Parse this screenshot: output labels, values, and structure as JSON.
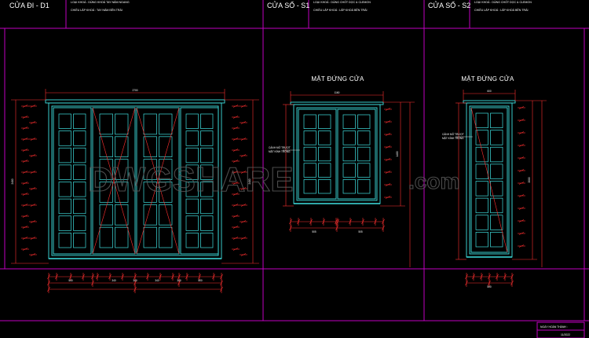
{
  "headers": [
    {
      "code": "CỬA ĐI - D1",
      "line1": "LOẠI KHOÁ    : DÙNG KHOÁ TAY NẮM NGANG",
      "line2": "CHIỀU LẮP KHOÁ  : TAY NẮM BÊN TRÁI"
    },
    {
      "code": "CỬA SỔ - S1",
      "line1": "LOẠI KHOÁ    : DÙNG CHỐT DỌC & CLEMON",
      "line2": "CHIỀU LẮP KHOÁ  : LẮP KHOÁ BÊN TRÁI"
    },
    {
      "code": "CỬA SỔ - S2",
      "line1": "LOẠI KHOÁ    : DÙNG CHỐT DỌC & CLEMON",
      "line2": "CHIỀU LẮP KHOÁ  : LẮP KHOÁ BÊN TRÁI"
    }
  ],
  "views": {
    "s1_title": "MẶT ĐỨNG CỬA",
    "s2_title": "MẶT ĐỨNG CỬA"
  },
  "dimensions": {
    "d1_width": "2700",
    "d1_height": "2400",
    "d1_bottom_segments": [
      "500",
      "340",
      "340",
      "340",
      "340",
      "500"
    ],
    "s1_width": "1160",
    "s1_height": "1400",
    "s1_bottom_segments": [
      "505",
      "505"
    ],
    "s2_width": "600",
    "s2_height": "2000",
    "s2_bottom_segments": [
      "500"
    ]
  },
  "annotations": {
    "s1_lock_note": [
      "CÁNH MỞ TRƯỢT",
      "MẶT KÍNH TRONG"
    ],
    "s2_lock_note": [
      "CÁNH MỞ TRƯỢT",
      "MẶT KÍNH TRONG"
    ]
  },
  "watermark": {
    "main": "DWGSHARE",
    "suffix": ".com"
  },
  "footer": {
    "label": "NGÀY HOÀN THÀNH :",
    "value": "11/2022"
  },
  "colors": {
    "background": "#000000",
    "frame": "#c000c0",
    "door": "#3fe0e0",
    "dimension": "#ff3030",
    "marker": "#ff3030",
    "watermark": "#5a5a5a"
  }
}
